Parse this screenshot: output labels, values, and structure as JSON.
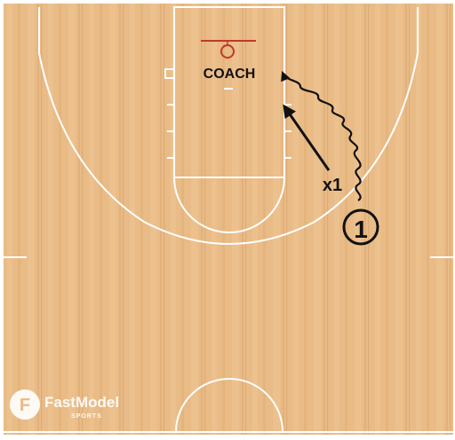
{
  "diagram": {
    "labels": {
      "coach": "COACH",
      "defender": "x1",
      "offense_player": "1"
    },
    "logo": {
      "brand": "FastModel",
      "sub": "SPORTS",
      "glyph": "F"
    },
    "colors": {
      "court_wood": "#e9bb86",
      "court_wood_dark": "#d9a56c",
      "court_line": "#ffffff",
      "rim": "#c0392b",
      "ink": "#111111",
      "logo": "#ffffff"
    }
  }
}
